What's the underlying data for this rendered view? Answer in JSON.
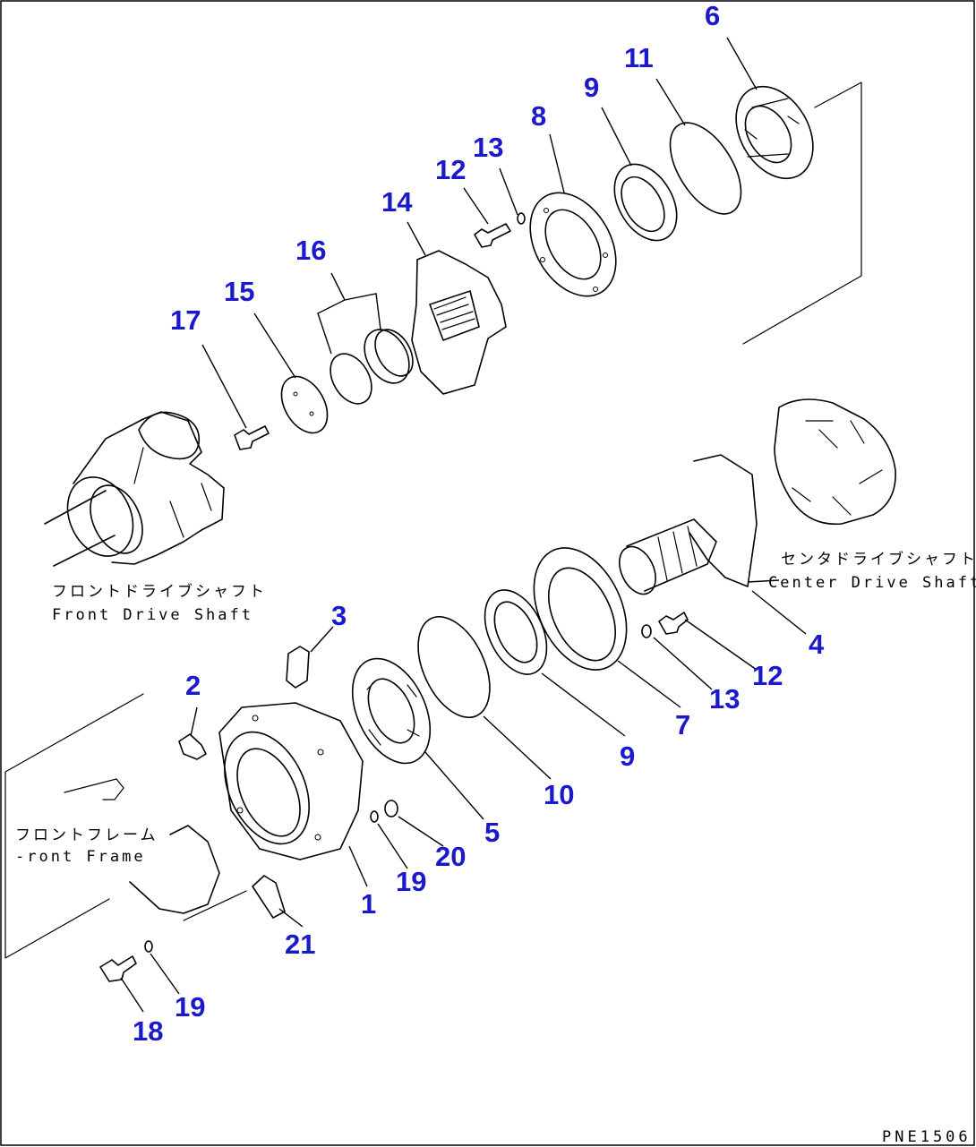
{
  "captions": {
    "front_drive_shaft_jp": "フロントドライブシャフト",
    "front_drive_shaft_en": "Front Drive Shaft",
    "center_drive_shaft_jp": "センタドライブシャフト",
    "center_drive_shaft_en": "Center Drive Shaft",
    "front_frame_jp": "フロントフレーム",
    "front_frame_en": "-ront Frame"
  },
  "drawing_code": "PNE1506",
  "callouts": {
    "c6": "6",
    "c11": "11",
    "c9a": "9",
    "c8": "8",
    "c13a": "13",
    "c12a": "12",
    "c14": "14",
    "c16": "16",
    "c15": "15",
    "c17": "17",
    "c3": "3",
    "c2": "2",
    "c4": "4",
    "c12b": "12",
    "c13b": "13",
    "c7": "7",
    "c9b": "9",
    "c10": "10",
    "c5": "5",
    "c20": "20",
    "c19a": "19",
    "c1": "1",
    "c21": "21",
    "c19b": "19",
    "c18": "18"
  },
  "colors": {
    "callout": "#1a1acc",
    "line": "#000000",
    "background": "#ffffff"
  }
}
